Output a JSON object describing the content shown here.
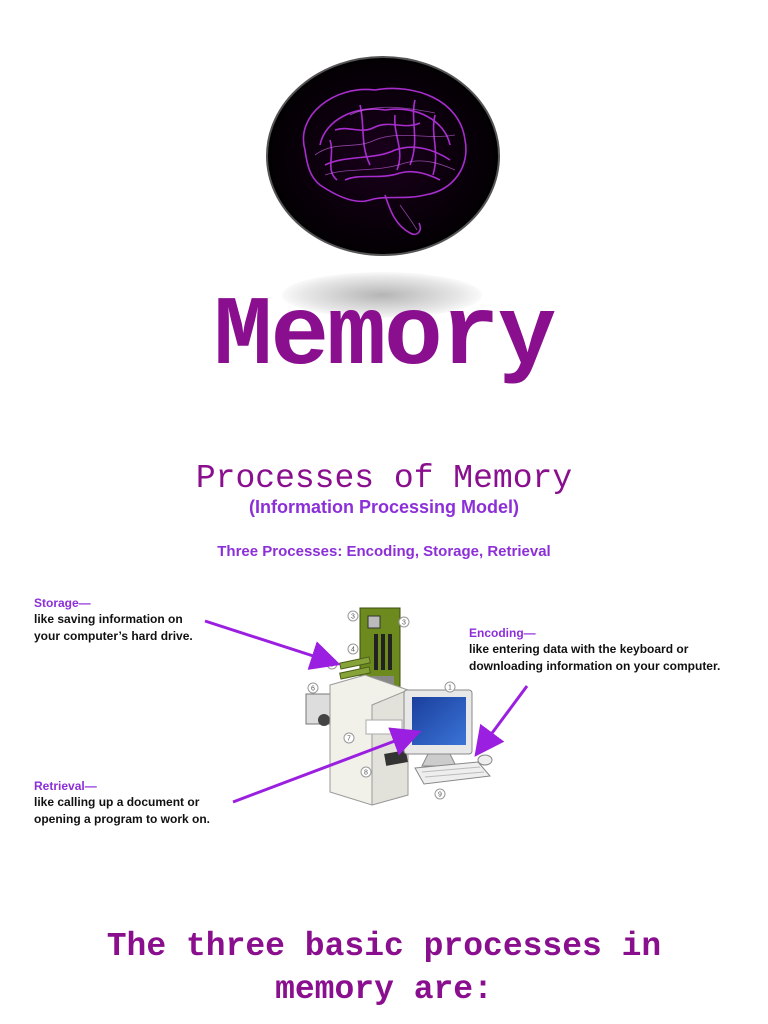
{
  "header": {
    "title": "Memory"
  },
  "section": {
    "heading": "Processes of Memory",
    "subheading": "(Information Processing Model)",
    "three_processes": "Three Processes:  Encoding, Storage, Retrieval"
  },
  "diagram": {
    "storage": {
      "label": "Storage—",
      "desc_line1": "like saving information on",
      "desc_line2": "your computer’s hard drive."
    },
    "encoding": {
      "label": "Encoding—",
      "desc_line1": "like entering data with the keyboard or",
      "desc_line2": "downloading information on your computer."
    },
    "retrieval": {
      "label": "Retrieval—",
      "desc_line1": "like calling up a document or",
      "desc_line2": "opening a program to work on."
    },
    "callouts": [
      "1",
      "2",
      "3",
      "4",
      "5",
      "6",
      "7",
      "8",
      "9"
    ]
  },
  "footer": {
    "line1": "The three basic processes in",
    "line2": "memory are:"
  },
  "colors": {
    "title_purple": "#8a0f8e",
    "label_purple": "#8c2fd8",
    "arrow_purple": "#9b1fe0"
  }
}
